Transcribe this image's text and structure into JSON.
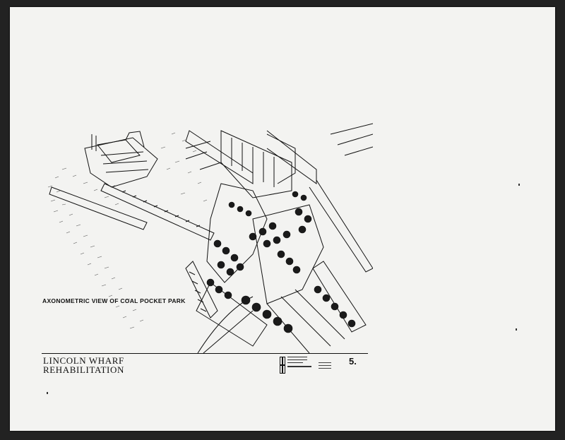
{
  "caption": "AXONOMETRIC VIEW OF COAL POCKET PARK",
  "title": {
    "line1": "LINCOLN WHARF",
    "line2": "REHABILITATION"
  },
  "sheet_number": "5."
}
